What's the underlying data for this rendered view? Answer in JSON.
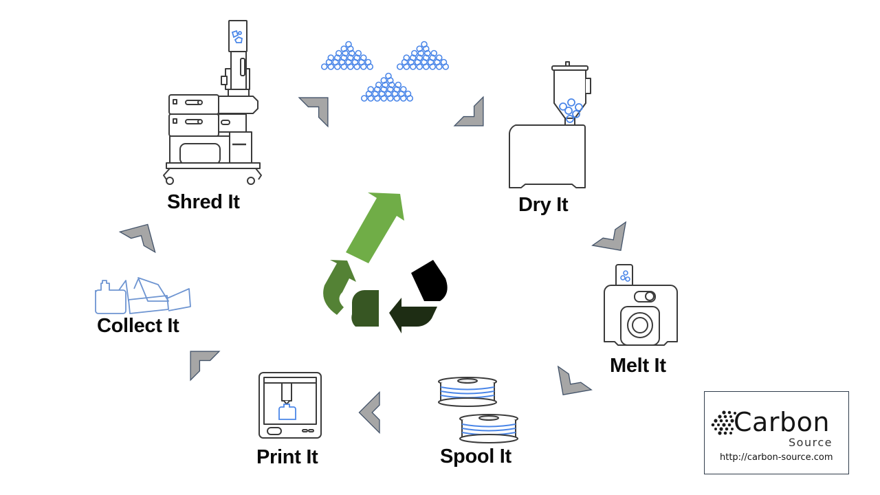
{
  "diagram": {
    "title": "Plastic recycling cycle",
    "center_symbol": "recycle-symbol",
    "stages": [
      {
        "id": "shred",
        "label": "Shred It",
        "icon": "shredder-machine-icon"
      },
      {
        "id": "dry",
        "label": "Dry It",
        "icon": "dryer-hopper-icon"
      },
      {
        "id": "melt",
        "label": "Melt It",
        "icon": "extruder-icon"
      },
      {
        "id": "spool",
        "label": "Spool It",
        "icon": "filament-spools-icon"
      },
      {
        "id": "print",
        "label": "Print It",
        "icon": "3d-printer-icon"
      },
      {
        "id": "collect",
        "label": "Collect It",
        "icon": "plastic-waste-icon"
      }
    ],
    "flow_direction": "clockwise",
    "connectors": [
      {
        "from": "collect",
        "to": "shred"
      },
      {
        "from": "shred",
        "to": "pellets"
      },
      {
        "from": "pellets",
        "to": "dry"
      },
      {
        "from": "dry",
        "to": "melt"
      },
      {
        "from": "melt",
        "to": "spool"
      },
      {
        "from": "spool",
        "to": "print"
      },
      {
        "from": "print",
        "to": "collect"
      }
    ],
    "intermediate": {
      "id": "pellets",
      "icon": "pellet-piles-icon"
    }
  },
  "colors": {
    "outline": "#3a3a3a",
    "accent_blue": "#4a86e8",
    "chevron_fill": "#a6a6a6",
    "chevron_stroke": "#44546a",
    "recycle_light": "#70ad47",
    "recycle_mid": "#548235",
    "recycle_dark": "#375623",
    "recycle_darker": "#1e2d14",
    "recycle_black": "#000000"
  },
  "logo": {
    "name": "Carbon",
    "sub": "Source",
    "url": "http://carbon-source.com"
  }
}
